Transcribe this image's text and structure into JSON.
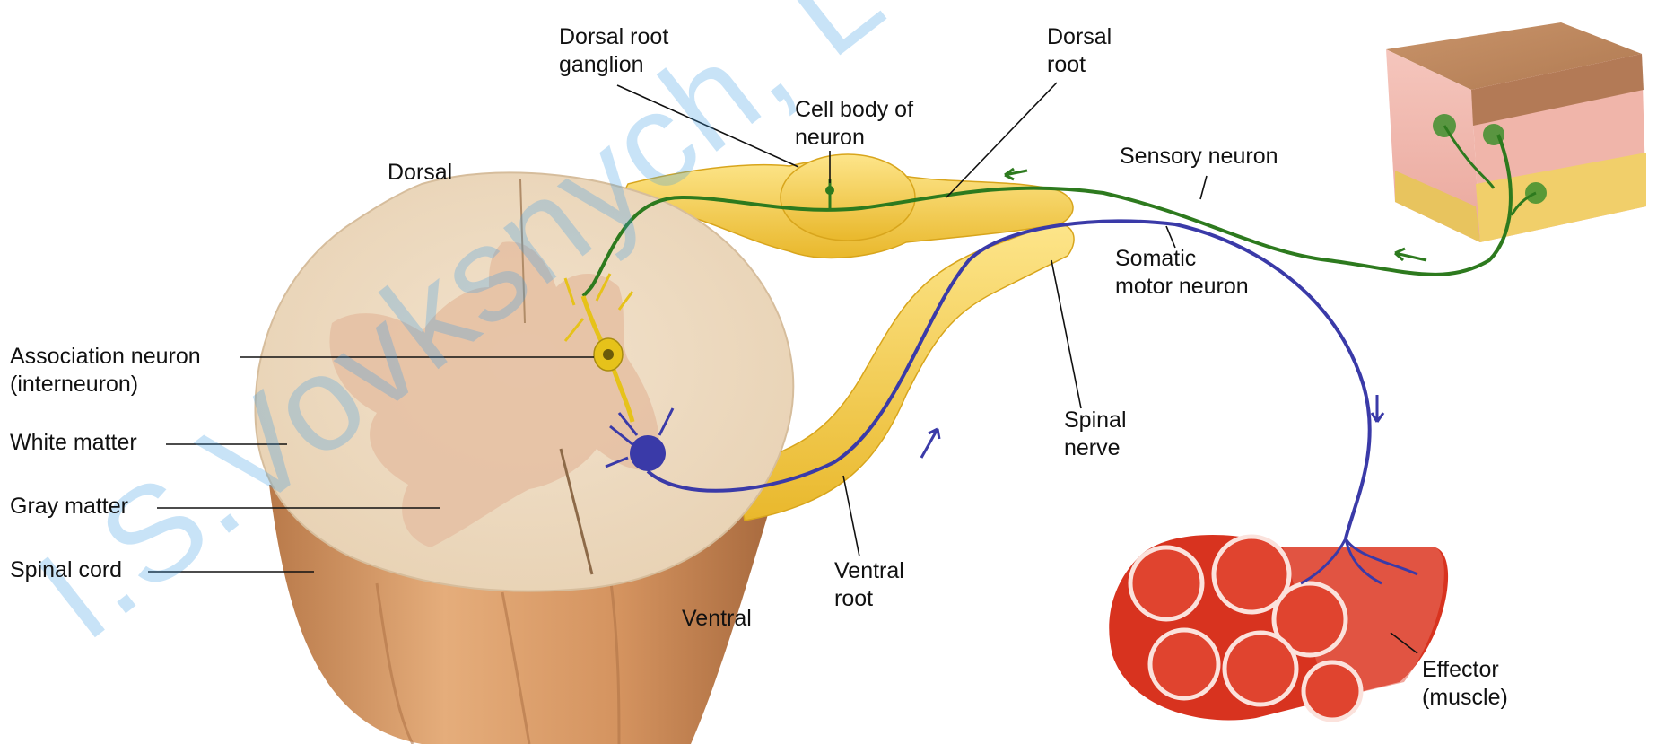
{
  "labels": {
    "dorsal_root_ganglion": [
      "Dorsal root",
      "ganglion"
    ],
    "dorsal_root": [
      "Dorsal",
      "root"
    ],
    "cell_body": [
      "Cell body of",
      "neuron"
    ],
    "dorsal": "Dorsal",
    "sensory_neuron": "Sensory neuron",
    "somatic_motor_neuron": [
      "Somatic",
      "motor neuron"
    ],
    "association_neuron": [
      "Association neuron",
      "(interneuron)"
    ],
    "white_matter": "White matter",
    "gray_matter": "Gray matter",
    "spinal_cord": "Spinal cord",
    "spinal_nerve": [
      "Spinal",
      "nerve"
    ],
    "ventral_root": [
      "Ventral",
      "root"
    ],
    "ventral": "Ventral",
    "effector": [
      "Effector",
      "(muscle)"
    ]
  },
  "watermark": "I.S.Vovksnych, LSUPhC,",
  "colors": {
    "sensory": "#2d7a1e",
    "motor": "#3a3aa8",
    "interneuron": "#e6c21a",
    "nerve": "#f3cf4f",
    "white_matter": "#efdcc2",
    "gray_matter": "#e4bfa3",
    "cord_side": "#d79d6a",
    "muscle": "#d8331f",
    "skin": "#f2b8b1",
    "watermark": "#3e9ee6"
  },
  "icons": [
    "signal-direction-arrow"
  ]
}
